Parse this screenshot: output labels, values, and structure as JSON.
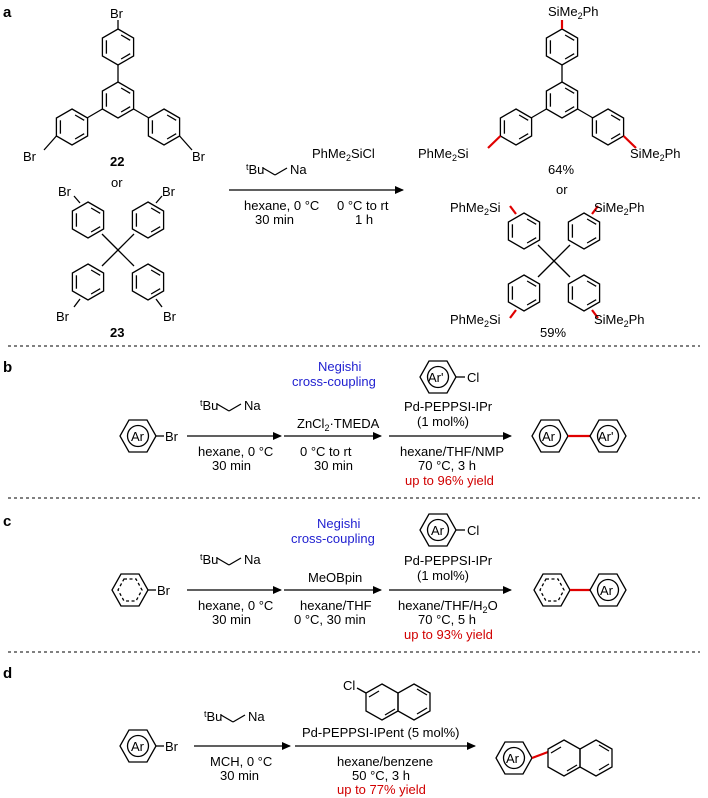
{
  "panels": [
    "a",
    "b",
    "c",
    "d"
  ],
  "a": {
    "compound_22": "22",
    "compound_23": "23",
    "or_left": "or",
    "or_right": "or",
    "br": "Br",
    "tbu_sup": "t",
    "tbu": "Bu",
    "na": "Na",
    "step1_line1": "hexane, 0 °C",
    "step1_line2": "30 min",
    "reagent2": "PhMe",
    "reagent2_sub": "2",
    "reagent2_end": "SiCl",
    "step2_line1": "0 °C to rt",
    "step2_line2": "1 h",
    "silyl_right": "SiMe",
    "silyl_sub": "2",
    "silyl_right_end": "Ph",
    "silyl_left": "PhMe",
    "silyl_left_end": "Si",
    "yield1": "64%",
    "yield2": "59%"
  },
  "b": {
    "heading_line1": "Negishi",
    "heading_line2": "cross-coupling",
    "ar": "Ar",
    "ar_prime": "Ar'",
    "br": "Br",
    "cl": "Cl",
    "step1_line1": "hexane, 0 °C",
    "step1_line2": "30 min",
    "reagent2": "ZnCl",
    "reagent2_sub": "2",
    "reagent2_end": "·TMEDA",
    "step2_line1": "0 °C to rt",
    "step2_line2": "30 min",
    "catalyst": "Pd-PEPPSI-IPr",
    "loading": "(1 mol%)",
    "step3_line1": "hexane/THF/NMP",
    "step3_line2": "70 °C, 3 h",
    "yield": "up to 96% yield"
  },
  "c": {
    "heading_line1": "Negishi",
    "heading_line2": "cross-coupling",
    "ar": "Ar",
    "br": "Br",
    "cl": "Cl",
    "step1_line1": "hexane, 0 °C",
    "step1_line2": "30 min",
    "reagent2": "MeOBpin",
    "step2_line1": "hexane/THF",
    "step2_line2": "0 °C, 30 min",
    "catalyst": "Pd-PEPPSI-IPr",
    "loading": "(1 mol%)",
    "step3_line1": "hexane/THF/H",
    "step3_sub": "2",
    "step3_end": "O",
    "step3_line2": "70 °C, 5 h",
    "yield": "up to 93% yield"
  },
  "d": {
    "ar": "Ar",
    "br": "Br",
    "cl": "Cl",
    "step1_line1": "MCH, 0 °C",
    "step1_line2": "30 min",
    "catalyst": "Pd-PEPPSI-IPent (5 mol%)",
    "step2_line1": "hexane/benzene",
    "step2_line2": "50 °C, 3 h",
    "yield": "up to 77% yield"
  }
}
